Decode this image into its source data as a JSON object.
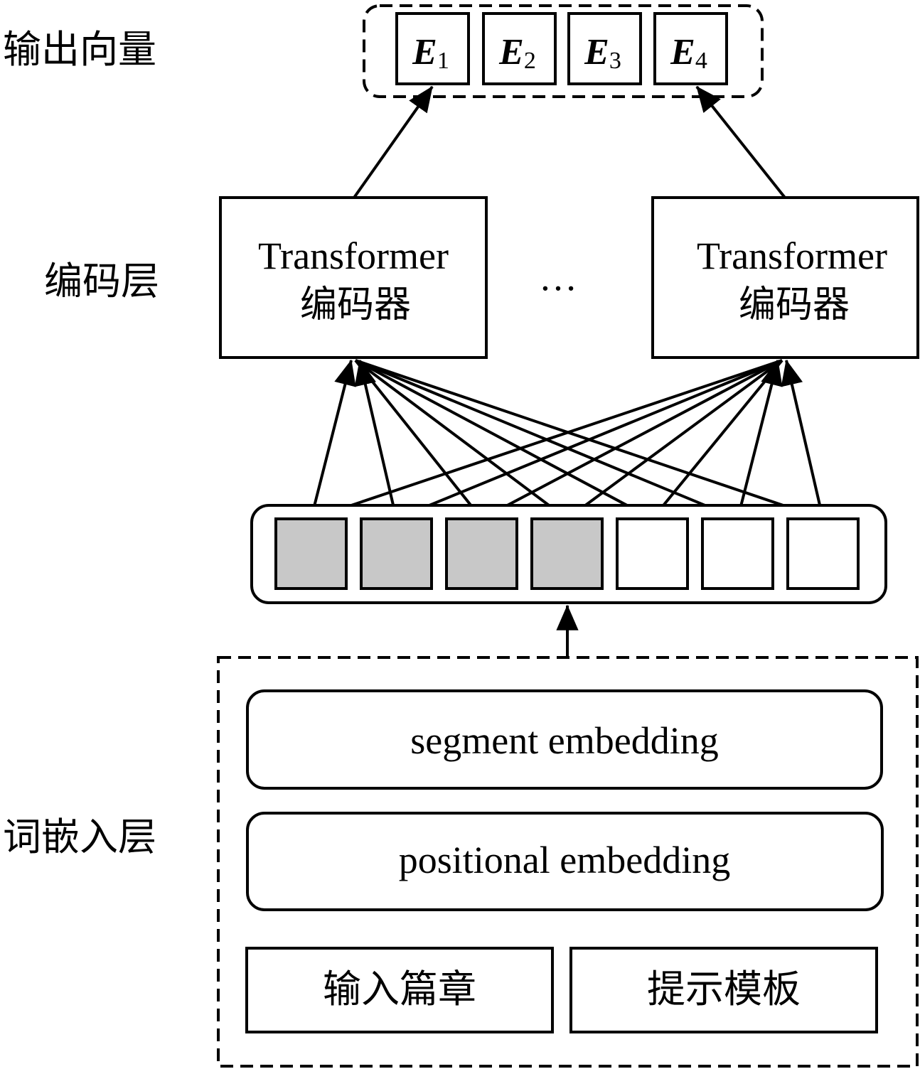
{
  "layer_labels": {
    "output": "输出向量",
    "encoder": "编码层",
    "embedding": "词嵌入层"
  },
  "output_vectors": [
    {
      "letter": "E",
      "sub": "1"
    },
    {
      "letter": "E",
      "sub": "2"
    },
    {
      "letter": "E",
      "sub": "3"
    },
    {
      "letter": "E",
      "sub": "4"
    }
  ],
  "encoders": [
    {
      "line1": "Transformer",
      "line2": "编码器"
    },
    {
      "line1": "Transformer",
      "line2": "编码器"
    }
  ],
  "ellipsis": "…",
  "tokens": [
    {
      "filled": true
    },
    {
      "filled": true
    },
    {
      "filled": true
    },
    {
      "filled": true
    },
    {
      "filled": false
    },
    {
      "filled": false
    },
    {
      "filled": false
    }
  ],
  "embeddings": {
    "segment": "segment embedding",
    "positional": "positional embedding",
    "input_passage": "输入篇章",
    "prompt_template": "提示模板"
  },
  "colors": {
    "token_filled": "#c8c8c8",
    "token_empty": "#ffffff",
    "stroke": "#000000"
  }
}
